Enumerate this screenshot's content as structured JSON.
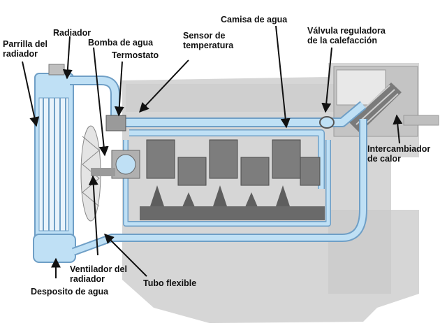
{
  "colors": {
    "coolant": "#bfe0f5",
    "coolant_edge": "#6f9fc6",
    "engine": "#d6d6d6",
    "engine_dark": "#5e5e5e",
    "metal": "#8a8a8a",
    "text": "#111111"
  },
  "labels": {
    "parrilla": [
      "Parrilla del",
      "radiador"
    ],
    "radiador": "Radiador",
    "bomba": "Bomba de agua",
    "termostato": "Termostato",
    "sensor": [
      "Sensor de",
      "temperatura"
    ],
    "camisa": "Camisa de agua",
    "valvula": [
      "Válvula reguladora",
      "de la calefacción"
    ],
    "intercambiador": [
      "Intercambiador",
      "de calor"
    ],
    "ventilador": [
      "Ventilador del",
      "radiador"
    ],
    "deposito": "Desposito de agua",
    "tubo": "Tubo flexible"
  },
  "icons": [
    "radiator-cap-icon",
    "fan-icon",
    "piston-icon",
    "heater-core-icon",
    "valve-icon",
    "arrow-icon"
  ]
}
